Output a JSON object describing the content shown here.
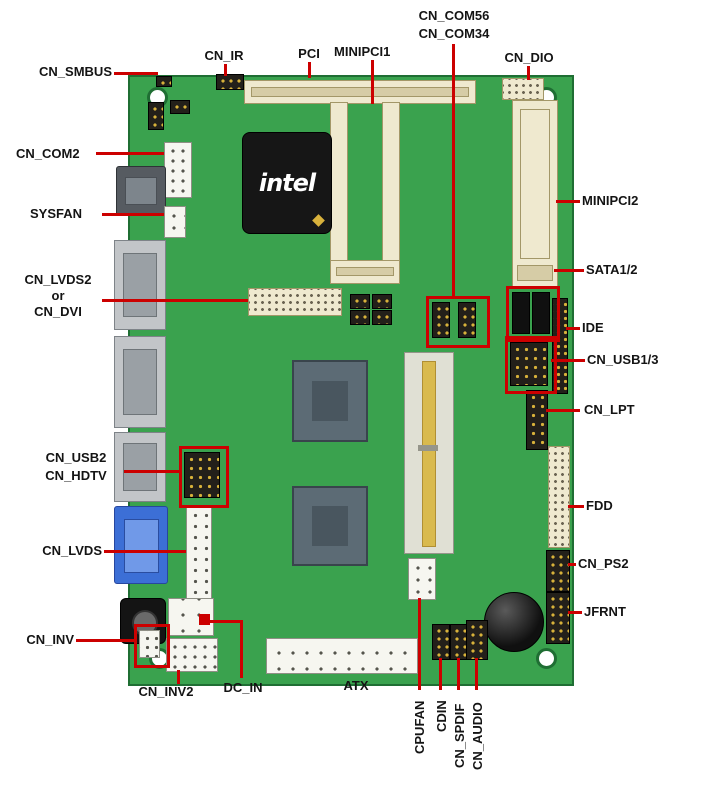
{
  "colors": {
    "accent": "#cc0000",
    "board": "#3aa24e",
    "board_border": "#1f6e33",
    "slot": "#efe9cf"
  },
  "chip": {
    "logo": "intel"
  },
  "labels": {
    "cn_smbus": "CN_SMBUS",
    "cn_ir": "CN_IR",
    "pci": "PCI",
    "minipci1": "MINIPCI1",
    "cn_com56": "CN_COM56",
    "cn_com34": "CN_COM34",
    "cn_dio": "CN_DIO",
    "cn_com2": "CN_COM2",
    "sysfan": "SYSFAN",
    "minipci2": "MINIPCI2",
    "sata12": "SATA1/2",
    "ide": "IDE",
    "cn_usb13": "CN_USB1/3",
    "cn_lpt": "CN_LPT",
    "cn_lvds2": "CN_LVDS2",
    "or_word": "or",
    "cn_dvi": "CN_DVI",
    "cn_usb2": "CN_USB2",
    "cn_hdtv": "CN_HDTV",
    "fdd": "FDD",
    "cn_lvds": "CN_LVDS",
    "cn_ps2": "CN_PS2",
    "jfrnt": "JFRNT",
    "cn_inv": "CN_INV",
    "cn_inv2": "CN_INV2",
    "dc_in": "DC_IN",
    "atx": "ATX",
    "cpufan": "CPUFAN",
    "cdin": "CDIN",
    "cn_spdif": "CN_SPDIF",
    "cn_audio": "CN_AUDIO"
  }
}
